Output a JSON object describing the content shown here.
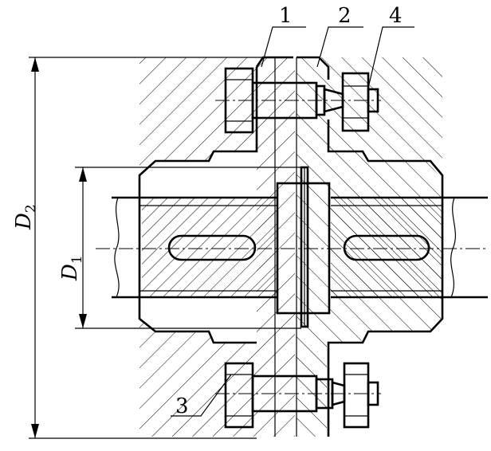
{
  "callouts": [
    "1",
    "2",
    "4",
    "3"
  ],
  "dimensions": {
    "outer": {
      "symbol": "D",
      "subscript": "2"
    },
    "inner": {
      "symbol": "D",
      "subscript": "1"
    }
  }
}
